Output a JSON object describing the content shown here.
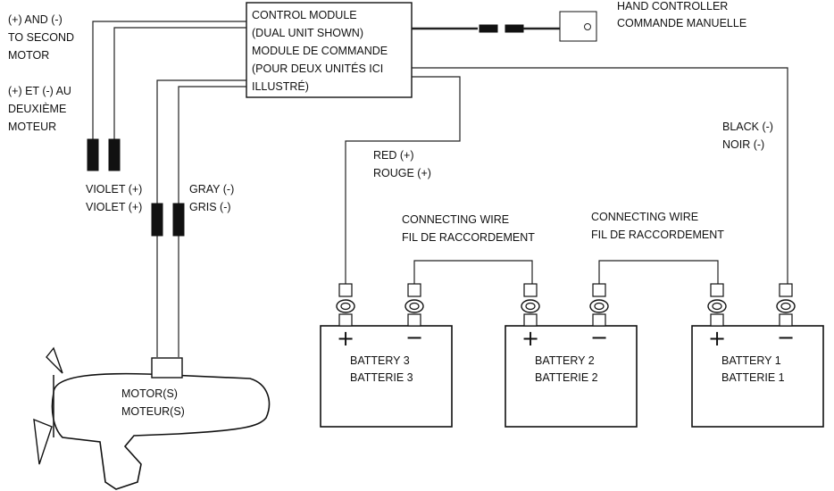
{
  "control_module": {
    "lines": [
      "CONTROL MODULE",
      "(DUAL UNIT SHOWN)",
      "MODULE DE COMMANDE",
      "(POUR DEUX UNITÉS ICI",
      "ILLUSTRÉ)"
    ]
  },
  "hand_controller": {
    "lines": [
      "HAND CONTROLLER",
      "COMMANDE MANUELLE"
    ]
  },
  "second_motor": {
    "en_lines": [
      "(+) AND (-)",
      "TO SECOND",
      "MOTOR"
    ],
    "fr_lines": [
      "(+) ET (-) AU",
      "DEUXIÈME",
      "MOTEUR"
    ]
  },
  "violet": {
    "lines": [
      "VIOLET (+)",
      "VIOLET (+)"
    ]
  },
  "gray": {
    "lines": [
      "GRAY (-)",
      "GRIS (-)"
    ]
  },
  "red": {
    "lines": [
      "RED (+)",
      "ROUGE (+)"
    ]
  },
  "black": {
    "lines": [
      "BLACK (-)",
      "NOIR (-)"
    ]
  },
  "connecting_wire_1": {
    "lines": [
      "CONNECTING WIRE",
      "FIL DE RACCORDEMENT"
    ]
  },
  "connecting_wire_2": {
    "lines": [
      "CONNECTING WIRE",
      "FIL DE RACCORDEMENT"
    ]
  },
  "motor": {
    "lines": [
      "MOTOR(S)",
      "MOTEUR(S)"
    ]
  },
  "batteries": [
    {
      "line1": "BATTERY 3",
      "line2": "BATTERIE 3"
    },
    {
      "line1": "BATTERY 2",
      "line2": "BATTERIE 2"
    },
    {
      "line1": "BATTERY 1",
      "line2": "BATTERIE 1"
    }
  ],
  "terminal_symbols": {
    "positive": "+",
    "negative": "−"
  }
}
